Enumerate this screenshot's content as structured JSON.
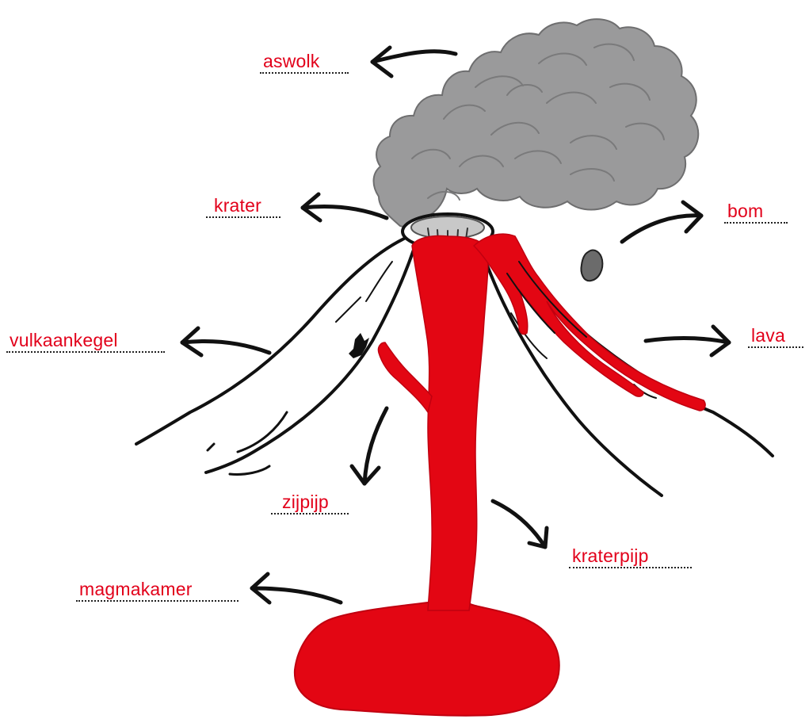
{
  "colors": {
    "label_text": "#e2001a",
    "dotted_line": "#222222",
    "lava": "#e30613",
    "ash_cloud": "#9a9a9b",
    "ash_cloud_lines": "#7a7a7b",
    "outline": "#111111",
    "bomb": "#6b6b6b"
  },
  "labels": {
    "aswolk": "aswolk",
    "krater": "krater",
    "bom": "bom",
    "vulkaankegel": "vulkaankegel",
    "lava": "lava",
    "zijpijp": "zijpijp",
    "kraterpijp": "kraterpijp",
    "magmakamer": "magmakamer"
  },
  "icons": {
    "arrow": "curved-arrow-icon",
    "bomb": "volcanic-bomb-icon"
  }
}
